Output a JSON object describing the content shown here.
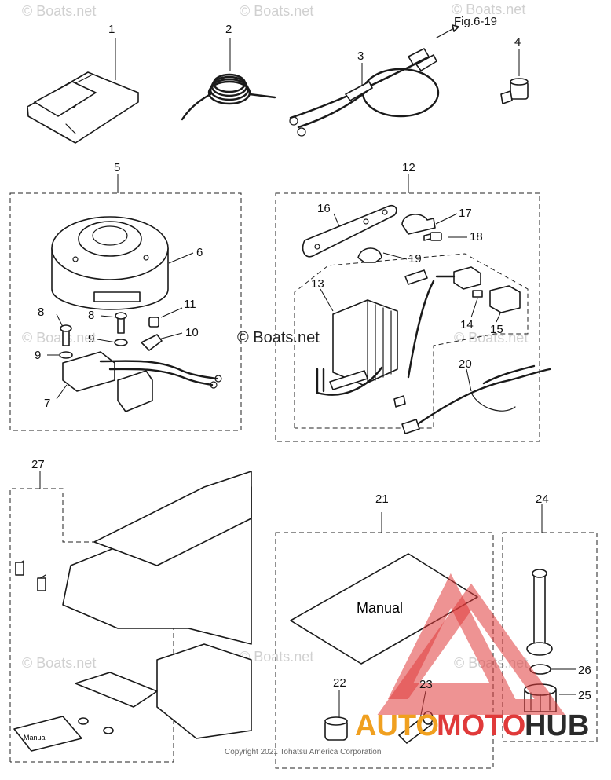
{
  "figure": {
    "labels": [
      "1",
      "2",
      "3",
      "4",
      "5",
      "6",
      "7",
      "8",
      "8",
      "9",
      "9",
      "10",
      "11",
      "12",
      "13",
      "14",
      "15",
      "16",
      "17",
      "18",
      "19",
      "20",
      "21",
      "22",
      "23",
      "24",
      "25",
      "26",
      "27"
    ],
    "fig_reference": "Fig.6-19",
    "manual_label": "Manual",
    "manual_small_label": "Manual",
    "copyright": "Copyright 2021 Tohatsu America Corporation"
  },
  "watermark": {
    "text": "© Boats.net",
    "center_text": "© Boats.net"
  },
  "logo": {
    "part1": "AUTO",
    "part2": "MOTO",
    "part3": "HUB",
    "colors": {
      "red": "#e03a3a",
      "gold": "#f0a020",
      "dark": "#2a2a2a"
    }
  }
}
